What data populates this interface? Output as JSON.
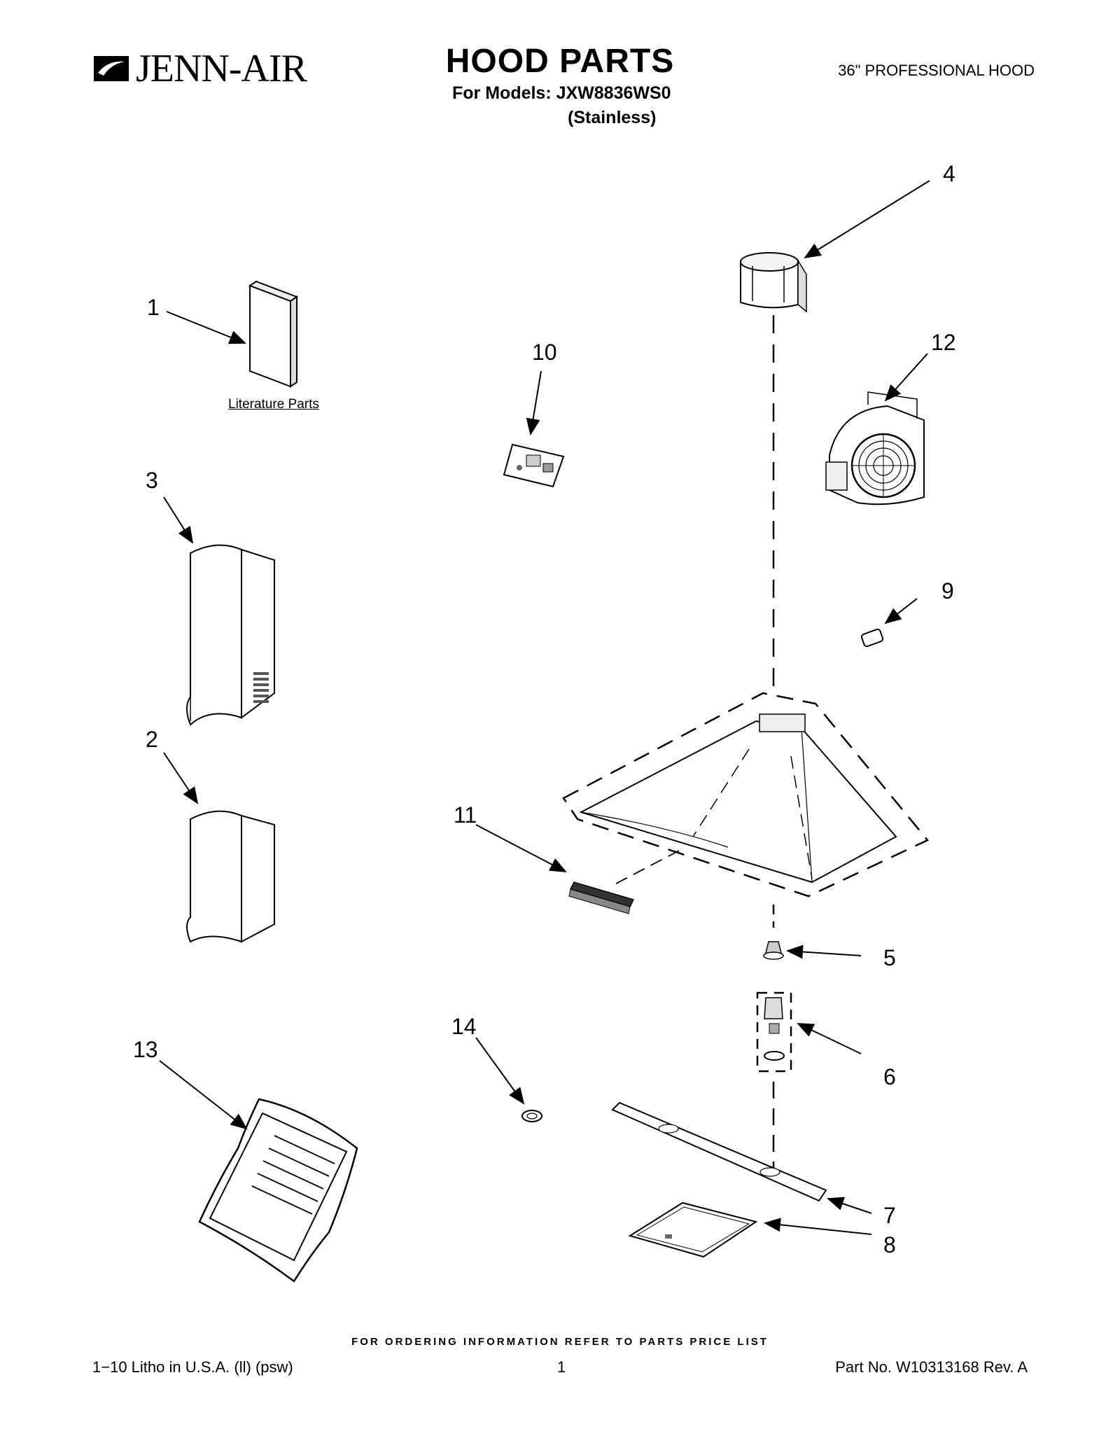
{
  "header": {
    "brand": "JENN-AIR",
    "title": "HOOD PARTS",
    "models_line": "For Models: JXW8836WS0",
    "models_sub": "(Stainless)",
    "product": "36\" PROFESSIONAL HOOD"
  },
  "callouts": {
    "c1": "1",
    "c2": "2",
    "c3": "3",
    "c4": "4",
    "c5": "5",
    "c6": "6",
    "c7": "7",
    "c8": "8",
    "c9": "9",
    "c10": "10",
    "c11": "11",
    "c12": "12",
    "c13": "13",
    "c14": "14"
  },
  "literature_label": "Literature Parts",
  "footer": {
    "ordering": "FOR ORDERING INFORMATION REFER TO PARTS PRICE LIST",
    "litho": "1−10 Litho in U.S.A. (ll) (psw)",
    "page": "1",
    "part_no": "Part No. W10313168 Rev. A"
  }
}
